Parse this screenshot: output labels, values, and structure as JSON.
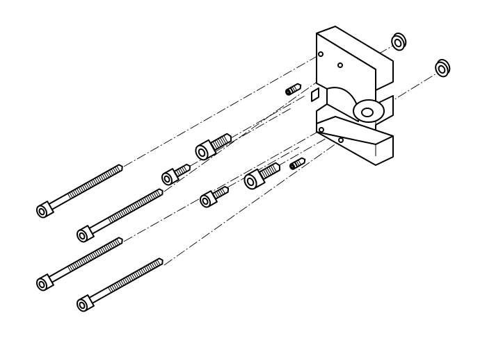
{
  "drawing": {
    "colors": {
      "line": "#000000",
      "background": "#ffffff"
    },
    "parts": {
      "long_screws": 4,
      "short_screws": 4,
      "pins": 2,
      "washers": 2,
      "adapter_plate": 1
    }
  }
}
